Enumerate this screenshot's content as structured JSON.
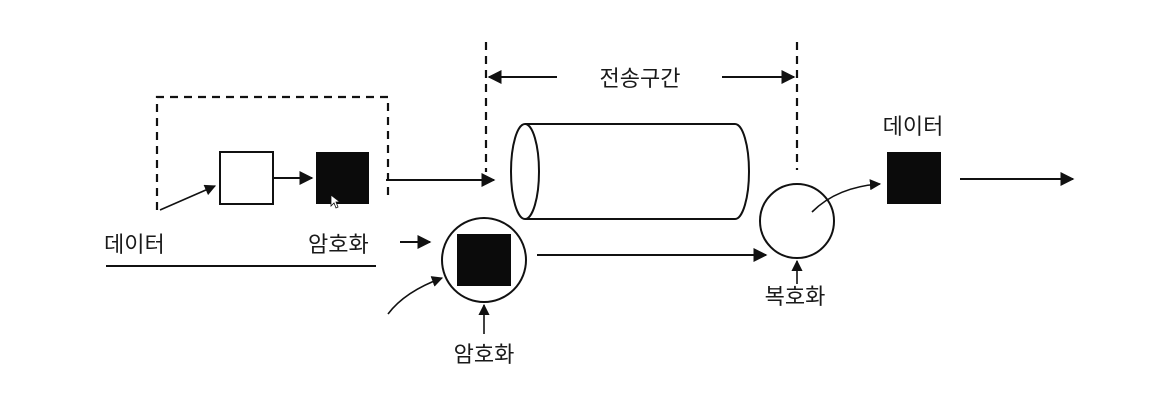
{
  "diagram": {
    "labels": {
      "transmission_section": "전송구간",
      "data_left": "데이터",
      "encrypt_left": "암호화",
      "encrypt_bottom": "암호화",
      "decrypt": "복호화",
      "data_right": "데이터"
    },
    "colors": {
      "ink": "#111111",
      "background": "#ffffff"
    }
  }
}
